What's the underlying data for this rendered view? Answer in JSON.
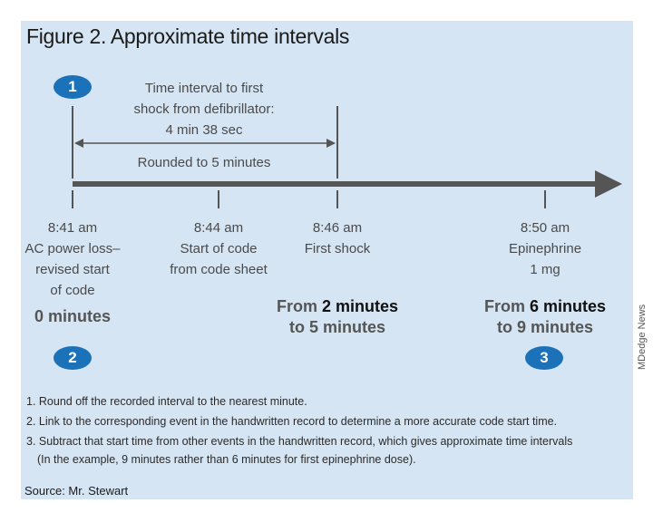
{
  "title": "Figure 2. Approximate time intervals",
  "interval": {
    "line1": "Time interval to first",
    "line2": "shock from defibrillator:",
    "line3": "4 min 38 sec",
    "rounded": "Rounded to 5 minutes"
  },
  "events": [
    {
      "time": "8:41 am",
      "l1": "AC power loss–",
      "l2": "revised start",
      "l3": "of code"
    },
    {
      "time": "8:44 am",
      "l1": "Start of code",
      "l2": "from code sheet"
    },
    {
      "time": "8:46 am",
      "l1": "First shock"
    },
    {
      "time": "8:50 am",
      "l1": "Epinephrine",
      "l2": "1 mg"
    }
  ],
  "results": {
    "zero": "0 minutes",
    "a_prefix": "From ",
    "a_value": "2 minutes",
    "a_line2": "to 5 minutes",
    "b_prefix": "From ",
    "b_value": "6 minutes",
    "b_line2": "to 9 minutes"
  },
  "badges": [
    "1",
    "2",
    "3"
  ],
  "notes": [
    "1. Round off the recorded interval to the nearest minute.",
    "2. Link to the corresponding event in the handwritten record to determine a more accurate code start time.",
    "3. Subtract that start time from other events in the handwritten record, which gives approximate time intervals",
    "(In the example, 9 minutes rather than 6 minutes for first epinephrine dose)."
  ],
  "source_label": "Source:",
  "source_name": " Mr. Stewart",
  "credit": "MDedge News",
  "colors": {
    "panel": "#d5e5f3",
    "badge": "#1c72b8",
    "line": "#555555"
  }
}
